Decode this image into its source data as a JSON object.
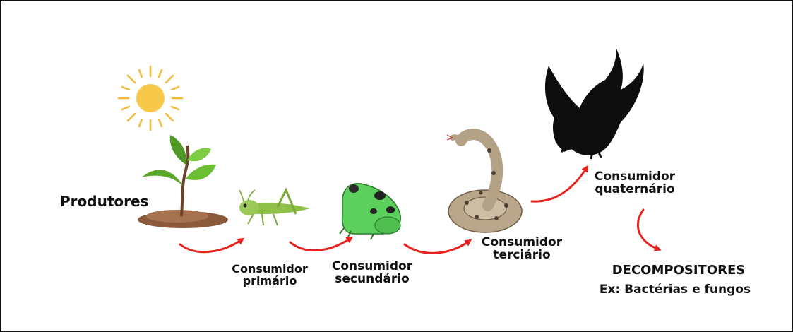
{
  "stages": {
    "producers": {
      "label": "Produtores"
    },
    "primary": {
      "line1": "Consumidor",
      "line2": "primário"
    },
    "secondary": {
      "line1": "Consumidor",
      "line2": "secundário"
    },
    "tertiary": {
      "line1": "Consumidor",
      "line2": "terciário"
    },
    "quaternary": {
      "line1": "Consumidor",
      "line2": "quaternário"
    }
  },
  "decomposers": {
    "title": "DECOMPOSITORES",
    "example": "Ex: Bactérias e fungos"
  },
  "icons": [
    "sun-icon",
    "plant-icon",
    "grasshopper-icon",
    "frog-icon",
    "snake-icon",
    "eagle-icon"
  ],
  "colors": {
    "arrow": "#e8231f",
    "sun": "#f7c84a",
    "leaf": "#5aa82a",
    "frog": "#5cd05c",
    "eagle": "#0d0d0d"
  }
}
